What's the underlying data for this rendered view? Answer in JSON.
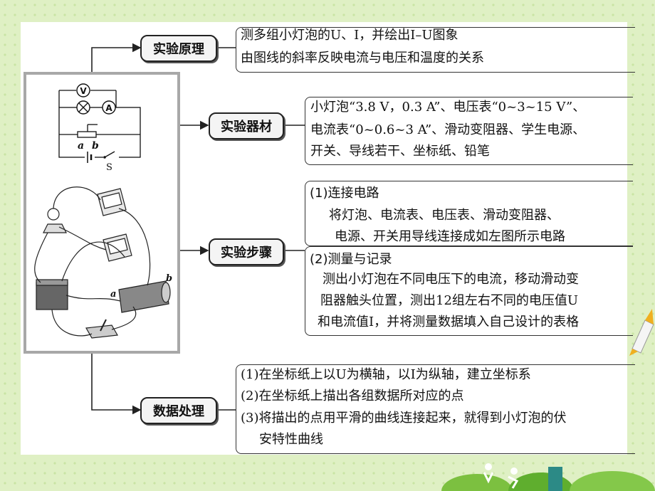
{
  "labels": {
    "principle": "实验原理",
    "equipment": "实验器材",
    "steps": "实验步骤",
    "data_processing": "数据处理"
  },
  "principle": {
    "line1": "测多组小灯泡的U、I，并绘出I–U图象",
    "line2": "由图线的斜率反映电流与电压和温度的关系"
  },
  "equipment": {
    "line1": "小灯泡“3.8 V，0.3 A”、电压表“0~3~15 V”、",
    "line2": "电流表“0~0.6~3 A”、滑动变阻器、学生电源、",
    "line3": "开关、导线若干、坐标纸、铅笔"
  },
  "steps": {
    "s1_title": "(1)连接电路",
    "s1_line1": "将灯泡、电流表、电压表、滑动变阻器、",
    "s1_line2": "电源、开关用导线连接成如左图所示电路",
    "s2_title": "(2)测量与记录",
    "s2_line1": "测出小灯泡在不同电压下的电流，移动滑动变",
    "s2_line2": "阻器触头位置，测出12组左右不同的电压值U",
    "s2_line3": "和电流值I，并将测量数据填入自己设计的表格"
  },
  "data_processing": {
    "line1": "(1)在坐标纸上以U为横轴，以I为纵轴，建立坐标系",
    "line2": "(2)在坐标纸上描出各组数据所对应的点",
    "line3": "(3)将描出的点用平滑的曲线连接起来，就得到小灯泡的伏",
    "line4": "安特性曲线"
  },
  "circuit": {
    "voltmeter": "V",
    "ammeter": "A",
    "terminal_a": "a",
    "terminal_b": "b",
    "switch": "S"
  }
}
